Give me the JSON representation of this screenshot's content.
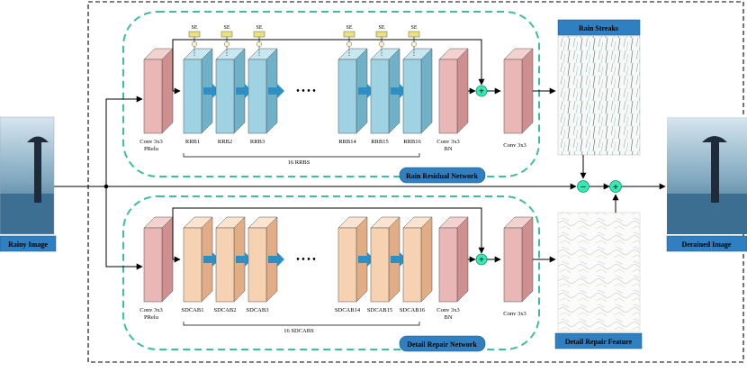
{
  "input_image": {
    "label": "Rainy Image",
    "icon": "rainy-street-photo"
  },
  "output_image": {
    "label": "Derained Image",
    "icon": "derained-street-photo"
  },
  "rain_network": {
    "title": "Rain Residual Network",
    "first_conv": [
      "Conv 3x3",
      "PRelu"
    ],
    "blocks": [
      "RRB1",
      "RRB2",
      "RRB3",
      "RRB14",
      "RRB15",
      "RRB16"
    ],
    "se_label": "SE",
    "group_label": "16 RRBS",
    "last_conv": [
      "Conv 3x3",
      "BN"
    ],
    "out_conv": "Conv 3x3",
    "output_image_label": "Rain Streaks"
  },
  "detail_network": {
    "title": "Detail Repair Network",
    "first_conv": [
      "Conv 3x3",
      "PRelu"
    ],
    "blocks": [
      "SDCAB1",
      "SDCAB2",
      "SDCAB3",
      "SDCAB14",
      "SDCAB15",
      "SDCAB16"
    ],
    "group_label": "16 SDCABS",
    "last_conv": [
      "Conv 3x3",
      "BN"
    ],
    "out_conv": "Conv 3x3",
    "output_image_label": "Detail Repair Feature"
  },
  "ops": {
    "plus": "+",
    "minus": "−"
  },
  "ellipsis": "• • • •",
  "colors": {
    "pink_front": "#e9b7b5",
    "pink_side": "#cf8f8e",
    "pink_top": "#f3d1cf",
    "blue_front": "#9fd3e3",
    "blue_side": "#6fb2c8",
    "blue_top": "#c8e8f1",
    "orange_front": "#f7d2b2",
    "orange_side": "#e2ad84",
    "orange_top": "#fbe4cf",
    "flow_arrow": "#2e8fc5",
    "op_circle": "#37e8b5",
    "label_box": "#2f7fc1",
    "dashed_green": "#3dbf9a",
    "se_box": "#ece07a"
  }
}
